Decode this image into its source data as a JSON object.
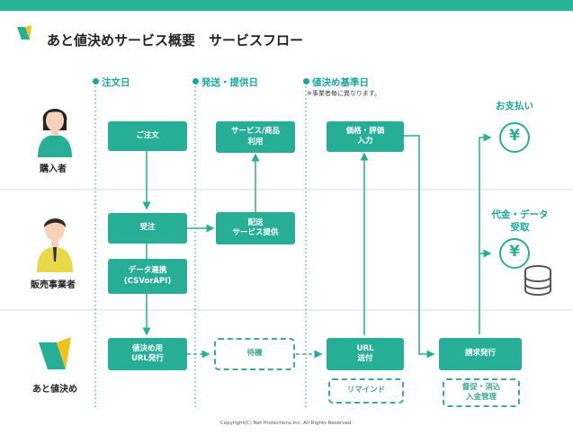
{
  "title": "あと値決めサービス概要　サービスフロー",
  "columns": [
    {
      "label": "注文日"
    },
    {
      "label": "発送・提供日"
    },
    {
      "label": "値決め基準日"
    }
  ],
  "note": "※事業者毎に異なります。",
  "roles": {
    "buyer": "購入者",
    "seller": "販売事業者",
    "service": "あと値決め"
  },
  "boxes": {
    "order": "ご注文",
    "service_use": "サービス/商品\n利用",
    "price_input": "価格・評価\n入力",
    "receive_order": "受注",
    "shipping": "配送\nサービス提供",
    "data_link": "データ連携\n(CSVorAPI)",
    "url_issue": "値決め用\nURL発行",
    "wait": "待機",
    "url_send": "URL\n送付",
    "reminder": "リマインド",
    "invoice": "請求発行",
    "collection": "督促・消込\n入金管理"
  },
  "right": {
    "payment": "お支払い",
    "fee": "代金・データ\n受取",
    "yen_symbol": "¥"
  },
  "copyright": "Copyright(C) Net Protections,Inc. All Rights Reserved.",
  "colors": {
    "accent": "#27ae96",
    "teal_text": "#1aa7a0",
    "top_bar": "#26b39a"
  }
}
